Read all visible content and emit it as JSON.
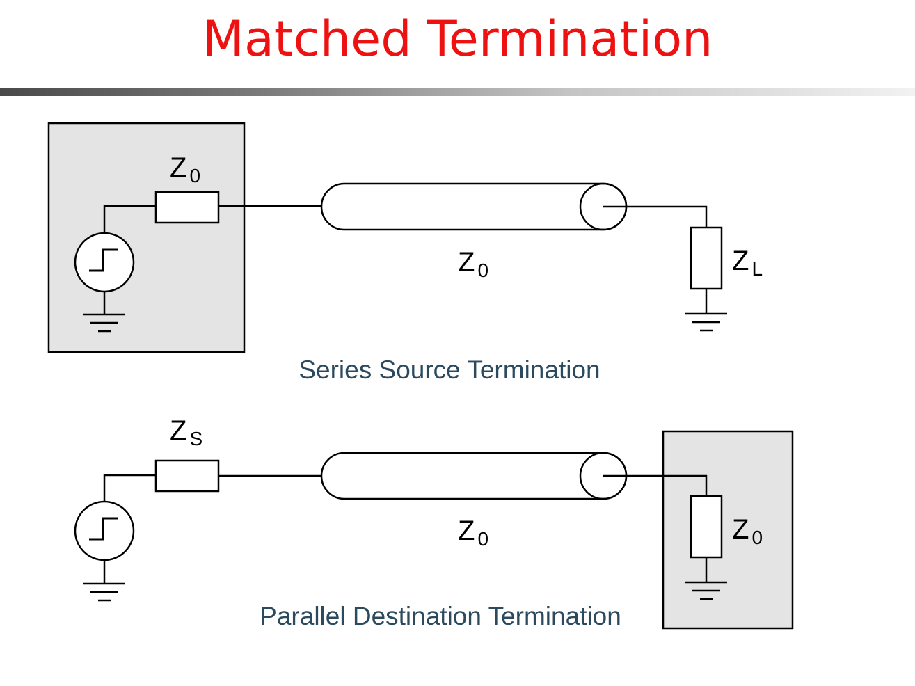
{
  "title": "Matched Termination",
  "series_circuit": {
    "caption": "Series Source Termination",
    "source_resistor": {
      "main": "Z",
      "sub": "0"
    },
    "line": {
      "main": "Z",
      "sub": "0"
    },
    "load": {
      "main": "Z",
      "sub": "L"
    }
  },
  "parallel_circuit": {
    "caption": "Parallel Destination Termination",
    "source_resistor": {
      "main": "Z",
      "sub": "S"
    },
    "line": {
      "main": "Z",
      "sub": "0"
    },
    "load": {
      "main": "Z",
      "sub": "0"
    }
  },
  "colors": {
    "title": "#ee1111",
    "caption": "#2b4a5e",
    "shaded_box": "#e4e4e4"
  }
}
